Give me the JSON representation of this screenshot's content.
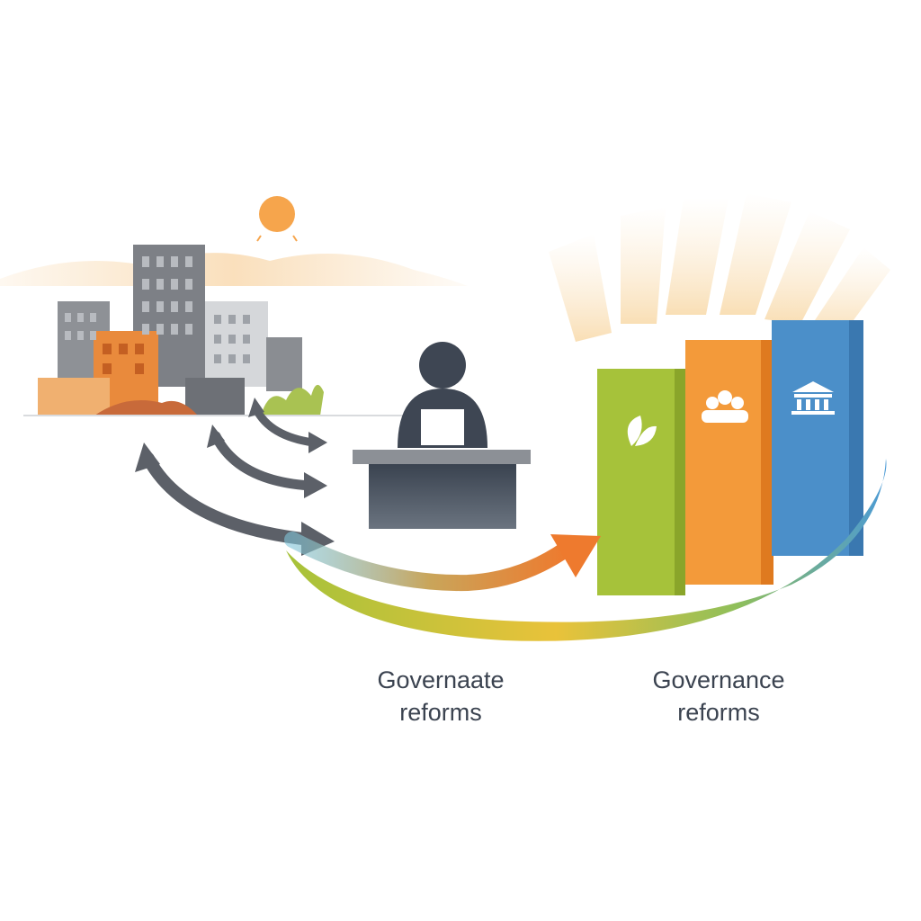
{
  "captions": {
    "left": {
      "line1": "Governaate",
      "line2": "reforms"
    },
    "right": {
      "line1": "Governance",
      "line2": "reforms"
    }
  },
  "colors": {
    "sun": "#f6a54c",
    "building_gray": "#8a8d92",
    "building_orange": "#e98a3c",
    "person": "#3e4653",
    "desk_top": "#8c9096",
    "desk_body": "#3f4956",
    "arrow_gray": "#5c6068",
    "bar_green": "#a6c23a",
    "bar_orange": "#f39a3a",
    "bar_blue": "#4b8fc9",
    "swoosh_start": "#a6c23a",
    "swoosh_mid": "#e9c23a",
    "swoosh_end": "#4b9ad6",
    "text": "#3b4350"
  },
  "icons": {
    "bar_green": "leaf-icon",
    "bar_orange": "people-group-icon",
    "bar_blue": "government-building-icon"
  }
}
